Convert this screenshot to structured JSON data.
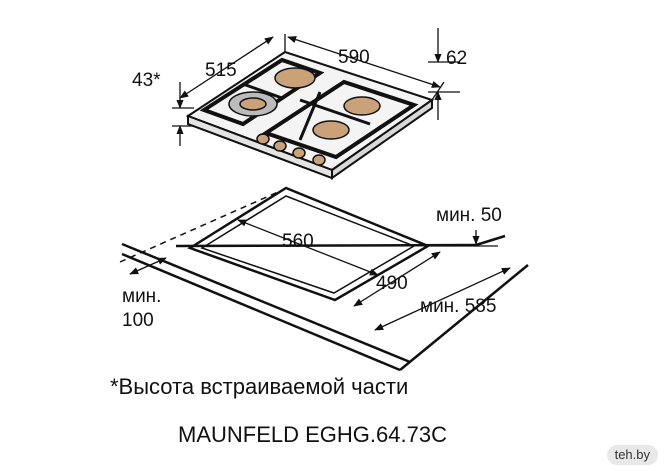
{
  "dimensions": {
    "depth": "515",
    "width": "590",
    "height_total": "62",
    "height_builtin": "43*",
    "cutout_width": "560",
    "cutout_depth": "490",
    "min_rear": "мин. 50",
    "min_side_line1": "мин.",
    "min_side_line2": "100",
    "min_front": "мин. 585"
  },
  "caption": {
    "note": "*Высота встраиваемой части",
    "model": "MAUNFELD EGHG.64.73C"
  },
  "watermark": "teh.by"
}
